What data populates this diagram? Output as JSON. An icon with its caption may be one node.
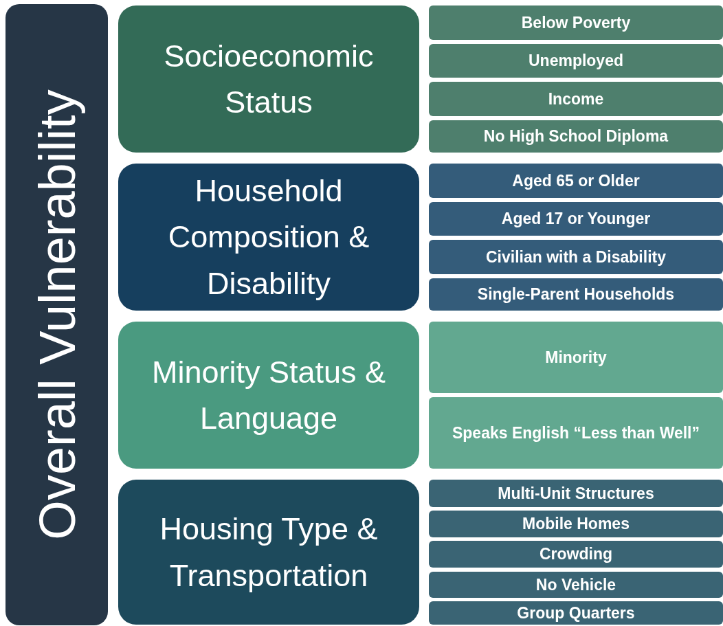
{
  "diagram": {
    "nodes": [
      {
        "text": [
          "Overall Vulnerability"
        ]
      },
      {
        "text": [
          "Socioeconomic Status"
        ]
      },
      {
        "text": [
          "Below Poverty"
        ]
      },
      {
        "text": [
          "Unemployed"
        ]
      },
      {
        "text": [
          "Income"
        ]
      },
      {
        "text": [
          "No High School Diploma"
        ]
      },
      {
        "text": [
          "Household Composition & Disability"
        ]
      },
      {
        "text": [
          "Aged 65 or Older"
        ]
      },
      {
        "text": [
          "Aged 17 or Younger"
        ]
      },
      {
        "text": [
          "Civilian with a Disability"
        ]
      },
      {
        "text": [
          "Single-Parent Households"
        ]
      },
      {
        "text": [
          "Minority Status & Language"
        ]
      },
      {
        "text": [
          "Minority"
        ]
      },
      {
        "text": [
          "Speaks English “Less than Well”"
        ]
      },
      {
        "text": [
          "Housing Type & Transportation"
        ]
      },
      {
        "text": [
          "Multi-Unit Structures"
        ]
      },
      {
        "text": [
          "Mobile Homes"
        ]
      },
      {
        "text": [
          "Crowding"
        ]
      },
      {
        "text": [
          "No Vehicle"
        ]
      },
      {
        "text": [
          "Group Quarters"
        ]
      }
    ]
  }
}
